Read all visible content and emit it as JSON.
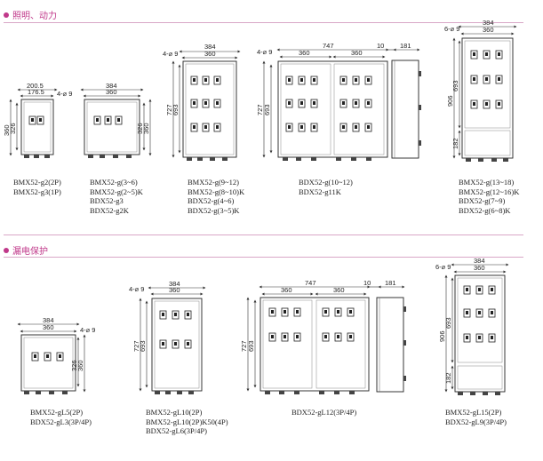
{
  "sections": [
    {
      "title": "照明、动力"
    },
    {
      "title": "漏电保护"
    }
  ],
  "top": {
    "p1": {
      "w_outer": "200.5",
      "w_inner": "176.5",
      "holes": "4-⌀ 9",
      "h_outer": "360",
      "h_inner": "326",
      "captions": [
        "BMX52-g2(2P)",
        "BMX52-g3(1P)"
      ]
    },
    "p2": {
      "w_outer": "384",
      "w_inner": "360",
      "h_inner": "326",
      "h_outer": "360",
      "captions": [
        "BMX52-g(3~6)",
        "BMX52-g(2~5)K",
        "BDX52-g3",
        "BDX52-g2K"
      ]
    },
    "p3": {
      "holes": "4-⌀ 9",
      "w_outer": "384",
      "w_inner": "360",
      "h_outer": "727",
      "h_inner": "693",
      "captions": [
        "BMX52-g(9~12)",
        "BMX52-g(8~10)K",
        "BDX52-g(4~6)",
        "BDX52-g(3~5)K"
      ]
    },
    "p4": {
      "holes": "4-⌀ 9",
      "w_outer": "747",
      "w_inner_a": "360",
      "w_inner_b": "360",
      "h_outer": "727",
      "h_inner": "693",
      "side_a": "10",
      "side_b": "181",
      "captions": [
        "BDX52-g(10~12)",
        "BDX52-g11K"
      ]
    },
    "p5": {
      "holes": "6-⌀ 9",
      "w_outer": "384",
      "w_inner": "360",
      "h_outer": "906",
      "h_inner": "693",
      "h_low": "182",
      "captions": [
        "BMX52-g(13~18)",
        "BMX52-g(12~16)K",
        "BDX52-g(7~9)",
        "BDX52-g(6~8)K"
      ]
    }
  },
  "bottom": {
    "p1": {
      "w_outer": "384",
      "w_inner": "360",
      "holes": "4-⌀ 9",
      "h_inner": "326",
      "h_outer": "360",
      "captions": [
        "BMX52-gL5(2P)",
        "BDX52-gL3(3P/4P)"
      ]
    },
    "p2": {
      "holes": "4-⌀ 9",
      "w_outer": "384",
      "w_inner": "360",
      "h_outer": "727",
      "h_inner": "693",
      "captions": [
        "BMX52-gL10(2P)",
        "BMX52-gL10(2P)K50(4P)",
        "BDX52-gL6(3P/4P)"
      ]
    },
    "p3": {
      "w_outer": "747",
      "w_inner_a": "360",
      "w_inner_b": "360",
      "h_outer": "727",
      "h_inner": "693",
      "side_a": "10",
      "side_b": "181",
      "captions": [
        "BDX52-gL12(3P/4P)"
      ]
    },
    "p4": {
      "holes": "6-⌀ 9",
      "w_outer": "384",
      "w_inner": "360",
      "h_outer": "906",
      "h_inner": "693",
      "h_low": "182",
      "captions": [
        "BMX52-gL15(2P)",
        "BDX52-gL9(3P/4P)"
      ]
    }
  }
}
